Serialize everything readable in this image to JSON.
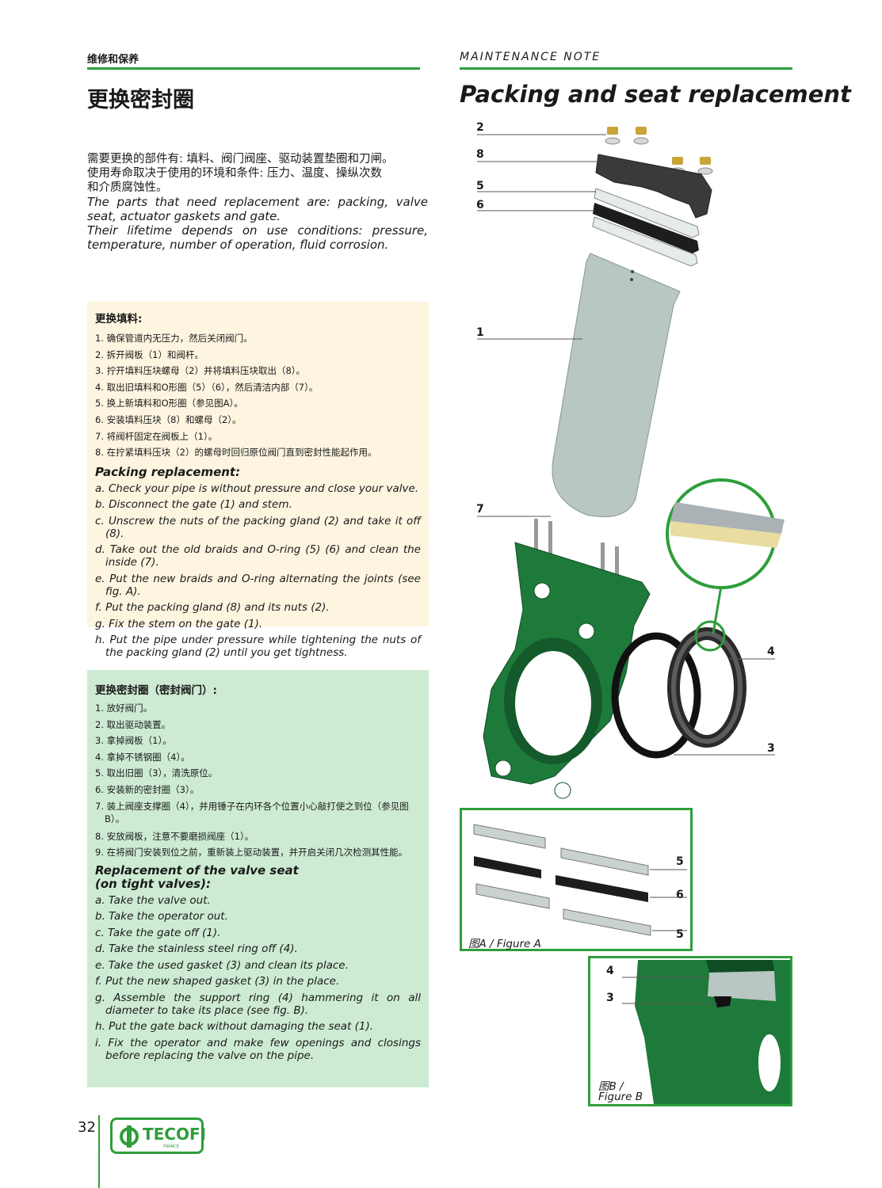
{
  "header": {
    "section_cn": "维修和保养",
    "section_en": "MAINTENANCE NOTE",
    "title_cn": "更换密封圈",
    "title_en": "Packing and seat replacement"
  },
  "intro": {
    "cn_line1": "需要更换的部件有:  填料、阀门阀座、驱动装置垫圈和刀闸。",
    "cn_line2": "使用寿命取决于使用的环境和条件:  压力、温度、操纵次数",
    "cn_line3": "和介质腐蚀性。",
    "en_para1": "The parts that need replacement are: packing, valve seat, actuator gaskets and gate.",
    "en_para2": "Their lifetime depends on use conditions: pressure, temperature, number of operation, fluid corrosion."
  },
  "packing_box": {
    "heading_cn": "更换填料:",
    "steps_cn": [
      "1. 确保管道内无压力，然后关闭阀门。",
      "2. 拆开阀板（1）和阀杆。",
      "3. 拧开填料压块螺母（2）并将填料压块取出（8）。",
      "4. 取出旧填料和O形圈（5）（6），然后清洁内部（7）。",
      "5. 换上新填料和O形圈（参见图A）。",
      "6. 安装填料压块（8）和螺母（2）。",
      "7. 将阀杆固定在阀板上（1）。",
      "8. 在拧紧填料压块（2）的螺母时回归原位阀门直到密封性能起作用。"
    ],
    "heading_en": "Packing replacement:",
    "steps_en": [
      "a. Check your pipe is without pressure and close your valve.",
      "b. Disconnect the gate (1) and stem.",
      "c. Unscrew the nuts of the packing gland (2) and take it off (8).",
      "d. Take out the old braids and O-ring (5) (6) and clean the inside (7).",
      "e. Put the new braids and O-ring alternating the joints (see fig. A).",
      "f. Put the packing gland (8) and its nuts (2).",
      "g. Fix the stem on the gate (1).",
      "h. Put the pipe under pressure while tightening the nuts of the packing gland (2) until you get tightness."
    ]
  },
  "seat_box": {
    "heading_cn": "更换密封圈（密封阀门）:",
    "steps_cn": [
      "1. 放好阀门。",
      "2. 取出驱动装置。",
      "3. 拿掉阀板（1）。",
      "4. 拿掉不锈钢圈（4）。",
      "5. 取出旧圈（3），清洗原位。",
      "6. 安装新的密封圈（3）。",
      "7. 装上阀座支撑圈（4），并用锤子在内环各个位置小心敲打使之到位（参见图B）。",
      "8. 安放阀板，注意不要磨损阀座（1）。",
      "9. 在将阀门安装到位之前，重新装上驱动装置，并开启关闭几次检测其性能。"
    ],
    "heading_en_line1": "Replacement of the valve seat",
    "heading_en_line2": "(on tight valves):",
    "steps_en": [
      "a. Take the valve out.",
      "b. Take the operator out.",
      "c. Take the gate off (1).",
      "d. Take the stainless steel ring off (4).",
      "e. Take the used gasket (3) and clean its place.",
      "f. Put the new shaped gasket (3) in the place.",
      "g. Assemble the support ring (4) hammering it on all diameter to take its place (see fig. B).",
      "h. Put the gate back without damaging the seat (1).",
      "i. Fix the operator and make few openings and closings before replacing the valve on the pipe."
    ]
  },
  "diagram": {
    "labels": [
      "2",
      "8",
      "5",
      "6",
      "1",
      "7",
      "4",
      "3"
    ]
  },
  "figure_a": {
    "caption": "图A / Figure A",
    "labels": [
      "5",
      "6",
      "5"
    ]
  },
  "figure_b": {
    "caption_cn": "图B /",
    "caption_en": "Figure B",
    "labels": [
      "4",
      "3"
    ]
  },
  "footer": {
    "page_number": "32",
    "brand": "TECOFI",
    "brand_sub": "FRANCE"
  },
  "colors": {
    "accent_green": "#2e9e3a",
    "packing_box_bg": "#fdf5e0",
    "seat_box_bg": "#cdebd2",
    "valve_green": "#1e7a3a",
    "gate_grey": "#b8c6c4"
  }
}
